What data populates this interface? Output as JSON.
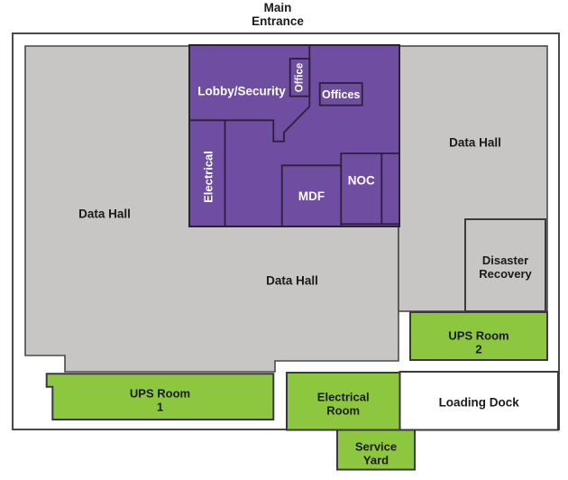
{
  "entrance": {
    "line1": "Main",
    "line2": "Entrance"
  },
  "rooms": {
    "data_hall_left": {
      "label": "Data Hall"
    },
    "data_hall_center": {
      "label": "Data Hall"
    },
    "data_hall_right": {
      "label": "Data Hall"
    },
    "lobby_security": {
      "label": "Lobby/Security"
    },
    "office": {
      "label": "Office"
    },
    "offices": {
      "label": "Offices"
    },
    "electrical": {
      "label": "Electrical"
    },
    "mdf": {
      "label": "MDF"
    },
    "noc": {
      "label": "NOC"
    },
    "disaster_recovery": {
      "line1": "Disaster",
      "line2": "Recovery"
    },
    "ups_room_2": {
      "line1": "UPS Room",
      "line2": "2"
    },
    "ups_room_1": {
      "line1": "UPS Room",
      "line2": "1"
    },
    "electrical_room": {
      "line1": "Electrical",
      "line2": "Room"
    },
    "loading_dock": {
      "label": "Loading Dock"
    },
    "service_yard": {
      "line1": "Service",
      "line2": "Yard"
    }
  },
  "colors": {
    "purple": "#6f4da0",
    "purple_wall": "#2b1f3d",
    "green": "#8dc63f",
    "gray": "#c8c6c4",
    "outline": "#4a4a4a",
    "dark_wall": "#3a3a3a",
    "white": "#ffffff",
    "text_dark": "#1a1a1a",
    "text_light": "#ffffff"
  }
}
